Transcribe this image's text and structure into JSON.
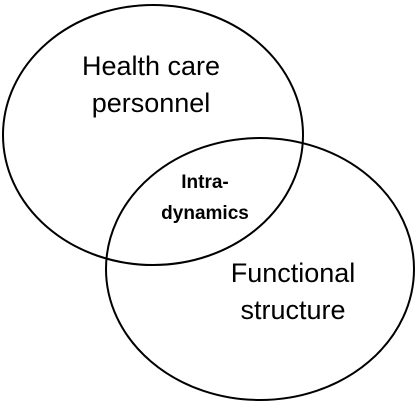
{
  "diagram": {
    "sets": [
      {
        "id": "set-a",
        "lines": [
          "Health care",
          "personnel"
        ]
      },
      {
        "id": "set-b",
        "lines": [
          "Functional",
          "structure"
        ]
      }
    ],
    "intersection": {
      "lines": [
        "Intra-",
        "dynamics"
      ]
    },
    "stroke_color": "#000000",
    "background_color": "#ffffff"
  }
}
